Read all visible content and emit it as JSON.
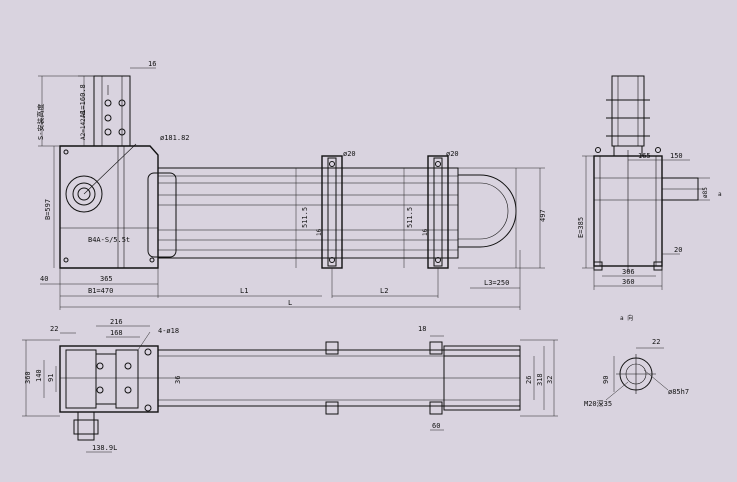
{
  "colors": {
    "background": "#d9d3df",
    "line": "#111111"
  },
  "front_view": {
    "d16": "16",
    "vert_s": "S-安装高度",
    "vert_a1": "A1=160.8",
    "vert_a2": "A2=142.8",
    "phi_181": "ø181.82",
    "phi20_a": "ø20",
    "phi20_b": "ø20",
    "b597": "B=597",
    "s115_a": "511.5",
    "s115_b": "511.5",
    "d16a": "16",
    "d16b": "16",
    "d497": "497",
    "motor": "B4A-S/5.5t",
    "d40": "40",
    "d365": "365",
    "b1": "B1=470",
    "l1": "L1",
    "l2": "L2",
    "l3": "L3=250",
    "L": "L"
  },
  "side_view": {
    "d165": "165",
    "d150": "150",
    "phi85": "ø85",
    "e385": "E=385",
    "d20": "20",
    "d306": "306",
    "d360": "360",
    "a": "a"
  },
  "top_view": {
    "d216": "216",
    "d168": "168",
    "d22": "22",
    "holes": "4-ø18",
    "d18": "18",
    "d360": "360",
    "d140": "140",
    "d91": "91",
    "d36": "36",
    "d26": "26",
    "d318": "318",
    "d32": "32",
    "d60": "60",
    "d138": "138.9L"
  },
  "detail_view": {
    "label": "a 向",
    "d22": "22",
    "d90": "90",
    "m20": "M20深35",
    "phi85": "ø85h7"
  }
}
